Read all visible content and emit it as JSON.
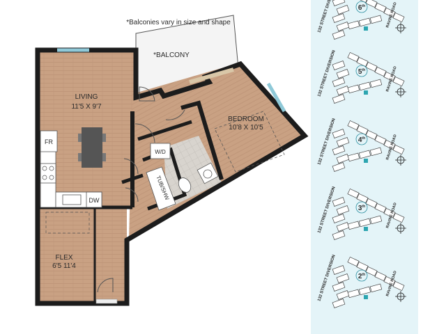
{
  "note": "*Balconies vary in size and shape",
  "rooms": {
    "balcony": "*BALCONY",
    "living_name": "LIVING",
    "living_dim": "11'5 X 9'7",
    "bedroom_name": "BEDROOM",
    "bedroom_dim": "10'8 X 10'5",
    "flex_name": "FLEX",
    "flex_dim": "6'5 11'4"
  },
  "fixtures": {
    "fridge": "FR",
    "washer_dryer": "W/D",
    "tub_shower": "TUB/SHW",
    "dishwasher": "DW"
  },
  "keyplan": {
    "street": "132 STREET DIVERSION",
    "road": "RAVINE ROAD",
    "floors": [
      "6",
      "5",
      "4",
      "3",
      "2"
    ],
    "floor_suffix": "th"
  },
  "colors": {
    "wall": "#1c1c1c",
    "floor_wood": "#c9a183",
    "tile": "#d6d2cc",
    "window": "#8fc9d8",
    "keyplan_bg": "#e4f4f8",
    "highlight": "#2ca5b0"
  }
}
